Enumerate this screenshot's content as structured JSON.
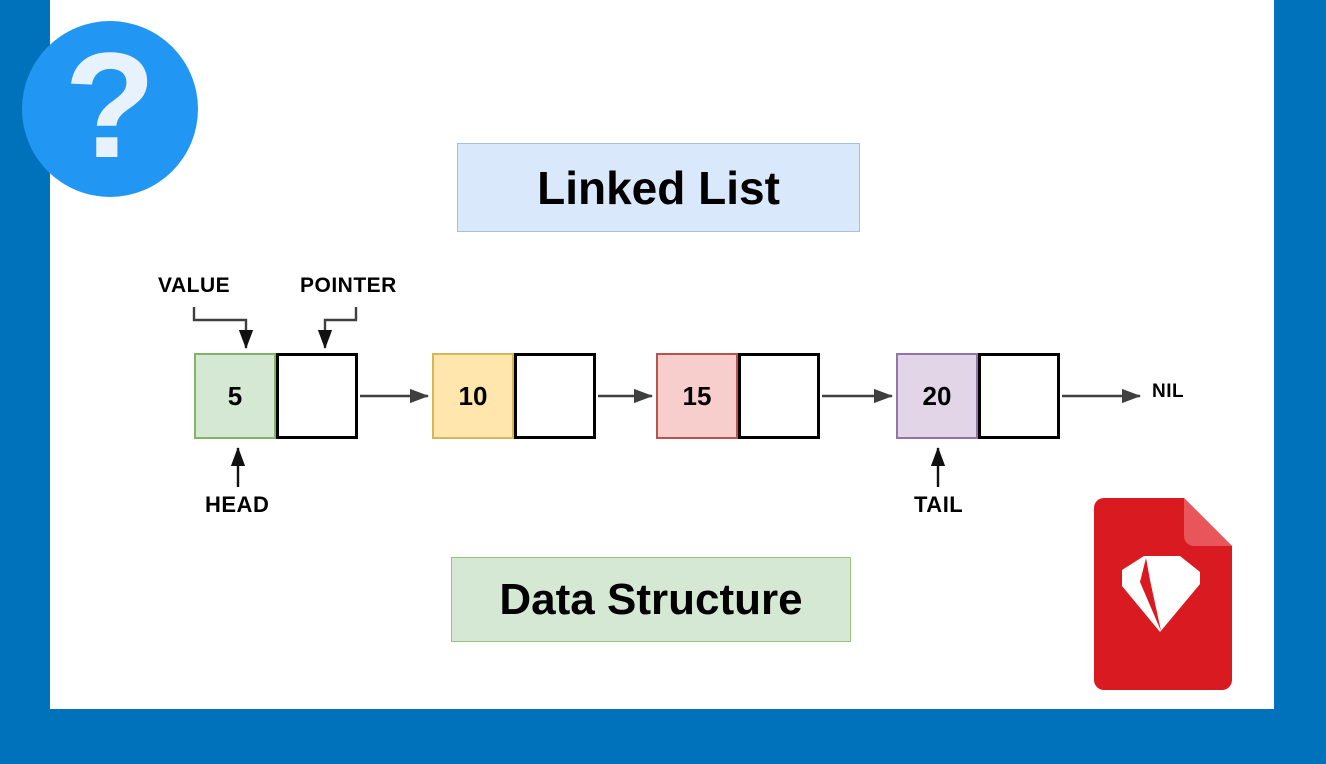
{
  "page": {
    "frame_color": "#0072bc",
    "canvas_color": "#ffffff"
  },
  "badge": {
    "icon": "question-mark-icon",
    "glyph": "?",
    "circle_color": "#2196f3",
    "glyph_color": "#e8f2fc"
  },
  "title": {
    "text": "Linked List",
    "fill": "#dae8fc",
    "stroke": "#a7bede"
  },
  "subtitle": {
    "text": "Data Structure",
    "fill": "#d5e8d4",
    "stroke": "#9ac27e"
  },
  "annotations": {
    "value_label": "VALUE",
    "pointer_label": "POINTER",
    "head_label": "HEAD",
    "tail_label": "TAIL",
    "terminator_label": "NIL"
  },
  "diagram": {
    "type": "singly-linked-list",
    "node_count": 4,
    "nodes": [
      {
        "value": "5",
        "fill": "#d5e8d4",
        "stroke": "#82b366",
        "pointer_fill": "#ffffff",
        "pointer_stroke": "#000000"
      },
      {
        "value": "10",
        "fill": "#ffe6ac",
        "stroke": "#d6b656",
        "pointer_fill": "#ffffff",
        "pointer_stroke": "#000000"
      },
      {
        "value": "15",
        "fill": "#f8cecc",
        "stroke": "#b85450",
        "pointer_fill": "#ffffff",
        "pointer_stroke": "#000000"
      },
      {
        "value": "20",
        "fill": "#e1d5e7",
        "stroke": "#9673a6",
        "pointer_fill": "#ffffff",
        "pointer_stroke": "#000000"
      }
    ],
    "link_color": "#3f3f3f"
  },
  "file_icon": {
    "icon": "ruby-gem-file-icon",
    "body_color": "#d91a21",
    "fold_color": "#e8565c",
    "gem_color": "#ffffff"
  }
}
